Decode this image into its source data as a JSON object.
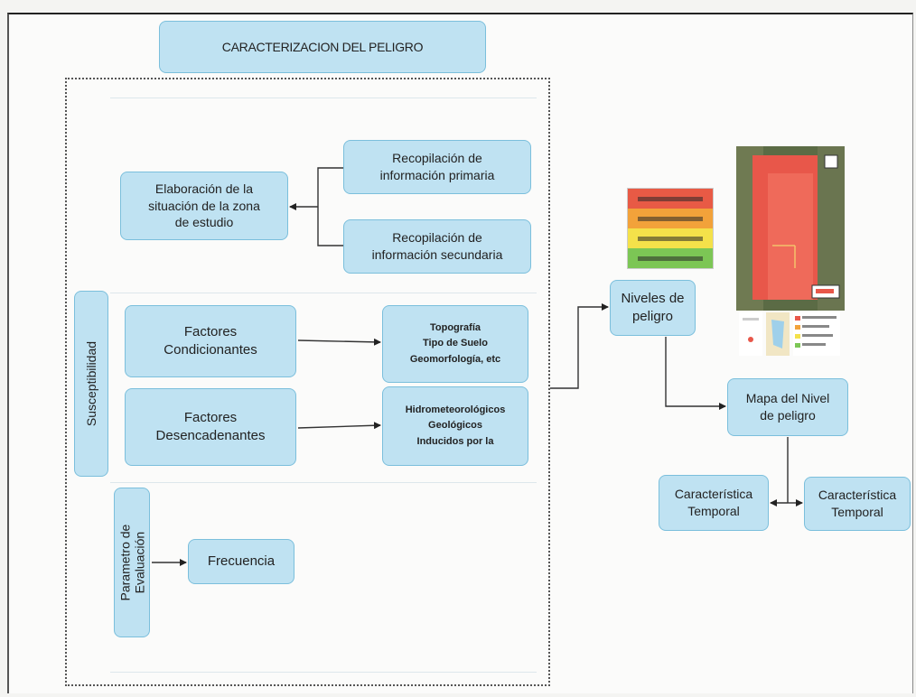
{
  "title": "CARACTERIZACION DEL PELIGRO",
  "elaboracion": [
    "Elaboración de la",
    "situación de la zona",
    "de estudio"
  ],
  "recop_primaria": [
    "Recopilación de",
    "información primaria"
  ],
  "recop_secundaria": [
    "Recopilación de",
    "información secundaria"
  ],
  "susceptibilidad": "Susceptibilidad",
  "factores_condicionantes": [
    "Factores",
    "Condicionantes"
  ],
  "condicionantes_detalle": [
    "Topografía",
    "Tipo de Suelo",
    "Geomorfología, etc"
  ],
  "factores_desencadenantes": [
    "Factores",
    "Desencadenantes"
  ],
  "desencadenantes_detalle": [
    "Hidrometeorológicos",
    "Geológicos",
    "Inducidos por la"
  ],
  "parametro": [
    "Parametro de",
    "Evaluación"
  ],
  "frecuencia": "Frecuencia",
  "niveles": [
    "Niveles de",
    "peligro"
  ],
  "mapa": [
    "Mapa del Nivel",
    "de peligro"
  ],
  "caracteristica_1": [
    "Característica",
    "Temporal"
  ],
  "caracteristica_2": [
    "Característica",
    "Temporal"
  ],
  "colors": {
    "box_fill": "#bfe2f2",
    "box_border": "#7bbfdc",
    "legend": [
      "#e85a45",
      "#f2a23a",
      "#f4e14a",
      "#7cc655"
    ],
    "map_zone": "#e8574a"
  }
}
